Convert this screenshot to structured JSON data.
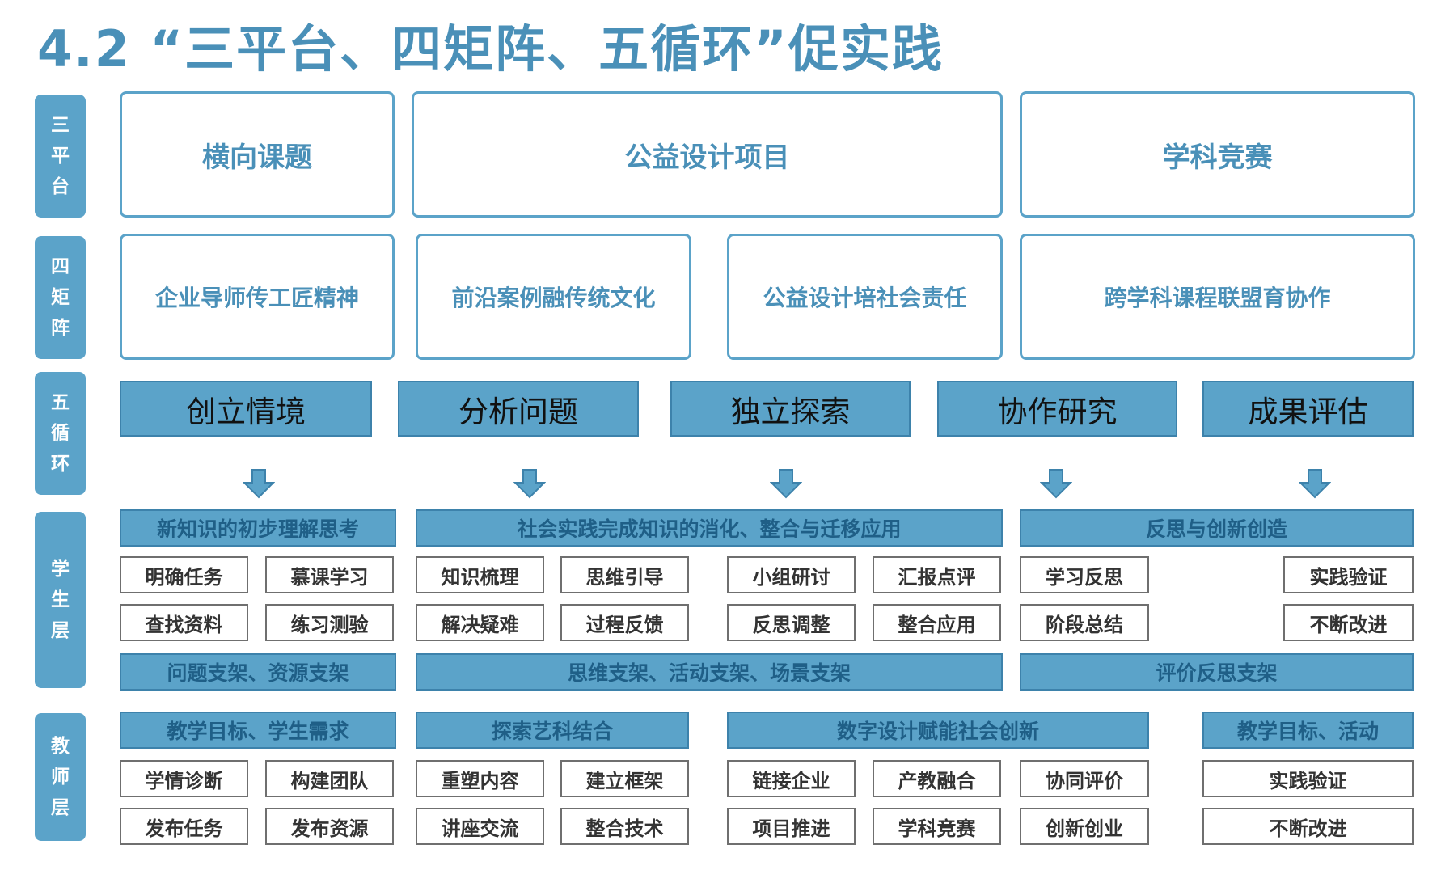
{
  "title": "4.2 “三平台、四矩阵、五循环”促实践",
  "side_labels": {
    "platforms": "三平台",
    "matrix": "四矩阵",
    "cycles": "五循环",
    "students": "学生层",
    "teachers": "教师层"
  },
  "platforms": [
    "横向课题",
    "公益设计项目",
    "学科竞赛"
  ],
  "matrix": [
    "企业导师传工匠精神",
    "前沿案例融传统文化",
    "公益设计培社会责任",
    "跨学科课程联盟育协作"
  ],
  "cycles": [
    "创立情境",
    "分析问题",
    "独立探索",
    "协作研究",
    "成果评估"
  ],
  "student_layer": {
    "headers": [
      "新知识的初步理解思考",
      "社会实践完成知识的消化、整合与迁移应用",
      "反思与创新创造"
    ],
    "cells_row1": [
      "明确任务",
      "慕课学习",
      "知识梳理",
      "思维引导",
      "小组研讨",
      "汇报点评",
      "学习反思",
      "实践验证"
    ],
    "cells_row2": [
      "查找资料",
      "练习测验",
      "解决疑难",
      "过程反馈",
      "反思调整",
      "整合应用",
      "阶段总结",
      "不断改进"
    ],
    "supports": [
      "问题支架、资源支架",
      "思维支架、活动支架、场景支架",
      "评价反思支架"
    ]
  },
  "teacher_layer": {
    "headers": [
      "教学目标、学生需求",
      "探索艺科结合",
      "数字设计赋能社会创新",
      "教学目标、活动"
    ],
    "cells_row1": [
      "学情诊断",
      "构建团队",
      "重塑内容",
      "建立框架",
      "链接企业",
      "产教融合",
      "协同评价",
      "实践验证"
    ],
    "cells_row2": [
      "发布任务",
      "发布资源",
      "讲座交流",
      "整合技术",
      "项目推进",
      "学科竞赛",
      "创新创业",
      "不断改进"
    ]
  },
  "colors": {
    "accent": "#5ba3c9",
    "title": "#4a90b8",
    "band_text": "#1f5f87",
    "cell_border": "#6f6f6f"
  }
}
